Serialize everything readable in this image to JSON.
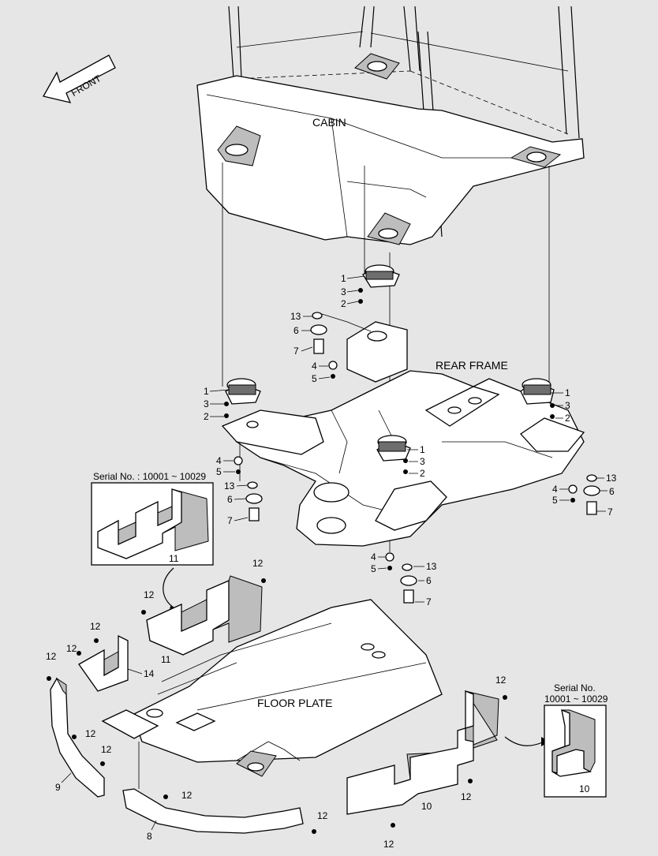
{
  "labels": {
    "front": "FRONT",
    "cabin": "CABIN",
    "rear_frame": "REAR FRAME",
    "floor_plate": "FLOOR PLATE"
  },
  "inset_left": {
    "serial": "Serial No. : 10001 ~ 10029",
    "part": "11"
  },
  "inset_right": {
    "serial_line1": "Serial No.",
    "serial_line2": "10001 ~ 10029",
    "part": "10"
  },
  "callouts": {
    "c1": "1",
    "c2": "2",
    "c3": "3",
    "c4": "4",
    "c5": "5",
    "c6": "6",
    "c7": "7",
    "c8": "8",
    "c9": "9",
    "c10": "10",
    "c11": "11",
    "c12": "12",
    "c13": "13",
    "c14": "14"
  },
  "colors": {
    "background": "#e6e6e6",
    "line": "#000000",
    "part_fill": "#ffffff",
    "shade_fill": "#bdbdbd"
  },
  "icons": [
    "front-arrow-icon"
  ]
}
